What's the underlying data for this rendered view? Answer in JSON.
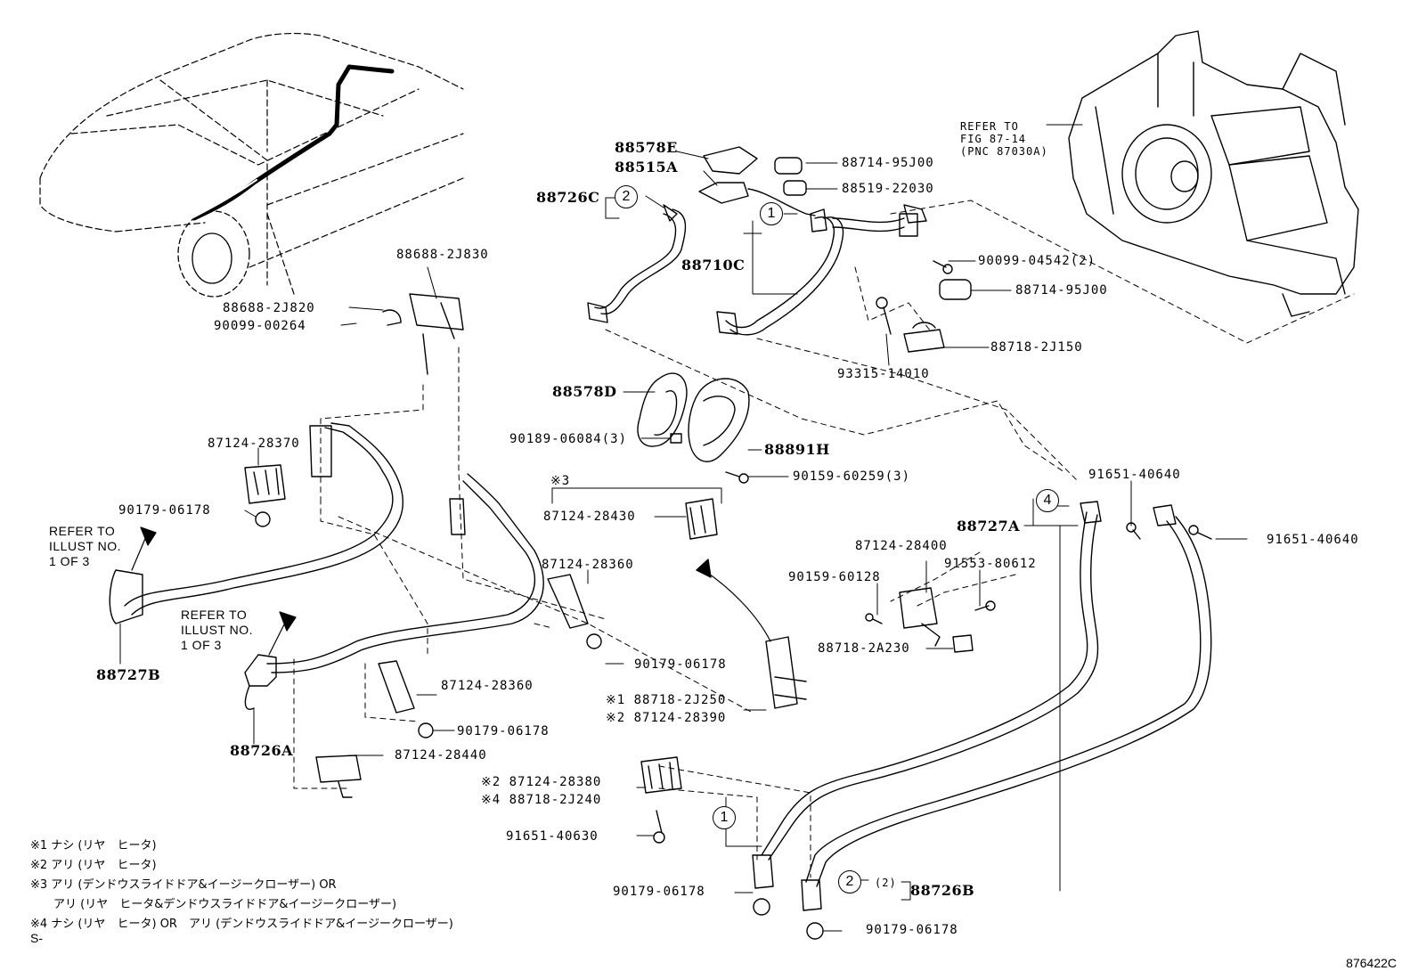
{
  "diagram_id": "876422C",
  "section_mark": "S-",
  "labels": {
    "p88578E": "88578E",
    "p88515A": "88515A",
    "p88726C": "88726C",
    "p88714_95J00_a": "88714-95J00",
    "p88519_22030": "88519-22030",
    "p88710C": "88710C",
    "p90099_04542": "90099-04542(2)",
    "p88714_95J00_b": "88714-95J00",
    "p88718_2J150": "88718-2J150",
    "p93315_14010": "93315-14010",
    "p88578D": "88578D",
    "p90189_06084": "90189-06084(3)",
    "p88891H": "88891H",
    "p90159_60259": "90159-60259(3)",
    "p88688_2J830": "88688-2J830",
    "p88688_2J820": "88688-2J820",
    "p90099_00264": "90099-00264",
    "p87124_28370": "87124-28370",
    "p90179_06178_a": "90179-06178",
    "p88727B": "88727B",
    "p88726A": "88726A",
    "p87124_28430": "87124-28430",
    "p87124_28360_a": "87124-28360",
    "p90179_06178_b": "90179-06178",
    "p87124_28360_b": "87124-28360",
    "p90179_06178_c": "90179-06178",
    "p87124_28440": "87124-28440",
    "p88718_2J250": "※1 88718-2J250",
    "p87124_28390": "※2 87124-28390",
    "p87124_28380": "※2 87124-28380",
    "p88718_2J240": "※4 88718-2J240",
    "p91651_40630": "91651-40630",
    "p90179_06178_d": "90179-06178",
    "p90179_06178_e": "90179-06178",
    "p88726B": "88726B",
    "p88727A": "88727A",
    "p91651_40640_a": "91651-40640",
    "p91651_40640_b": "91651-40640",
    "p87124_28400": "87124-28400",
    "p91553_80612": "91553-80612",
    "p90159_60128": "90159-60128",
    "p88718_2A230": "88718-2A230",
    "mark3": "※3",
    "qty2": "(2)"
  },
  "refer_to_illust": {
    "line1": "REFER TO",
    "line2": "ILLUST NO.",
    "line3": "1 OF 3"
  },
  "refer_to_fig": {
    "line1": "REFER TO",
    "line2": "FIG 87-14",
    "line3": "(PNC 87030A)"
  },
  "circled": {
    "c1_top": "1",
    "c2_top": "2",
    "c4": "4",
    "c1_bottom": "1",
    "c2_bottom": "2"
  },
  "notes": [
    "※1 ナシ (リヤ　ヒータ)",
    "※2 アリ (リヤ　ヒータ)",
    "※3 アリ (デンドウスライドドア&イージークローザー) OR",
    "　　アリ (リヤ　ヒータ&デンドウスライドドア&イージークローザー)",
    "※4 ナシ (リヤ　ヒータ) OR　アリ (デンドウスライドドア&イージークローザー)"
  ]
}
